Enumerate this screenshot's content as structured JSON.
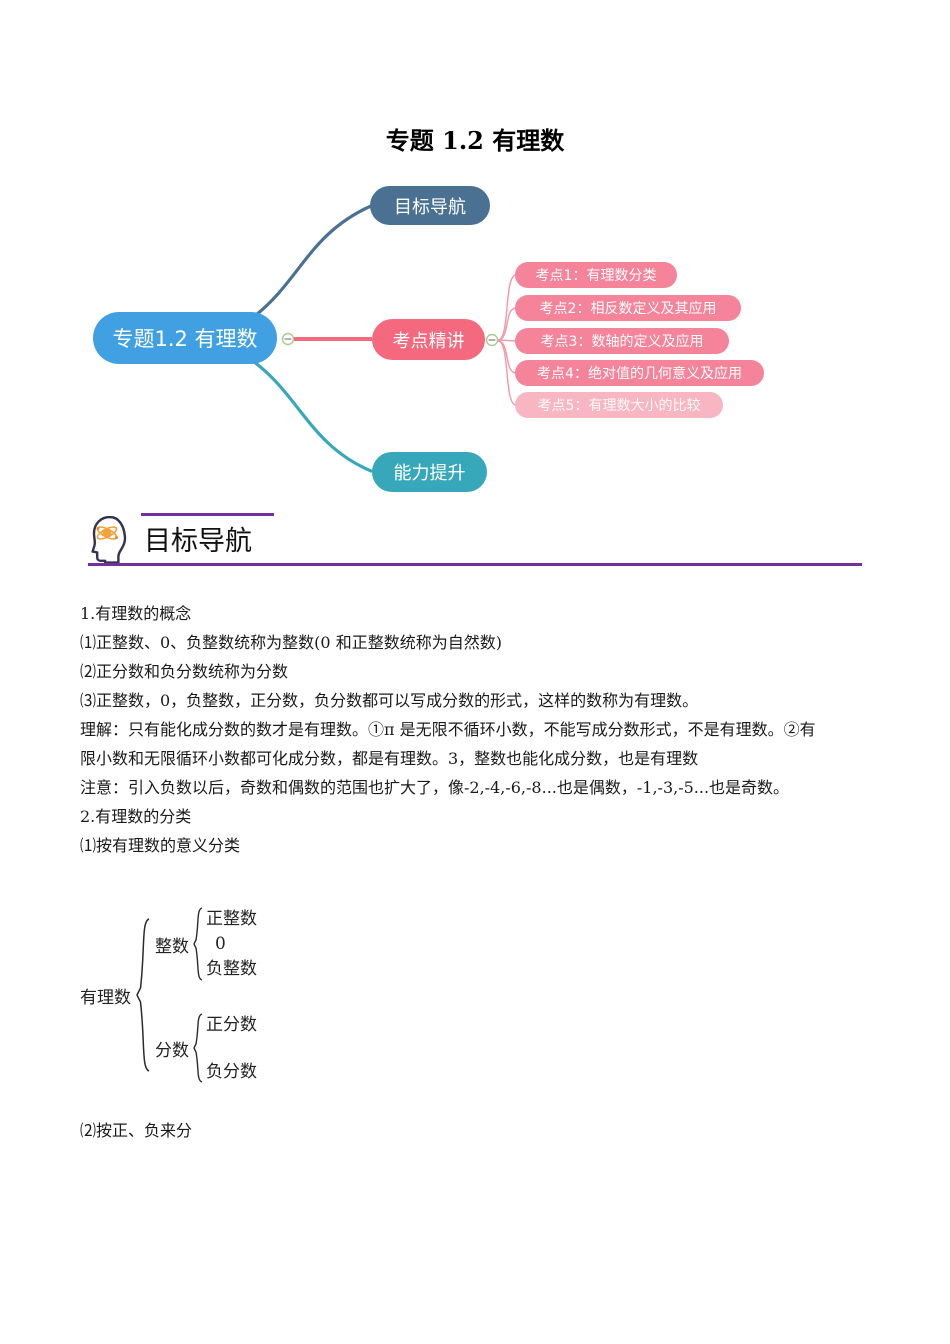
{
  "page_title": "专题 1.2 有理数",
  "mindmap": {
    "root": {
      "label": "专题1.2 有理数",
      "color": "#41A0E1"
    },
    "branch_goal": {
      "label": "目标导航",
      "color": "#4A7192"
    },
    "branch_keypoints": {
      "label": "考点精讲",
      "color": "#F4697E"
    },
    "branch_ability": {
      "label": "能力提升",
      "color": "#37A7BA"
    },
    "keypoints": [
      {
        "label": "考点1：有理数分类",
        "color": "#F5839A"
      },
      {
        "label": "考点2：相反数定义及其应用",
        "color": "#F5839A"
      },
      {
        "label": "考点3：数轴的定义及应用",
        "color": "#F5839A"
      },
      {
        "label": "考点4：绝对值的几何意义及应用",
        "color": "#F5839A"
      },
      {
        "label": "考点5：有理数大小的比较",
        "color": "#F8B6C3"
      }
    ],
    "keypoint_line_color": "#F298AA",
    "toggle_border_color": "#A4CE8C",
    "toggle_glyph_color": "#8a8a8a"
  },
  "section_header": {
    "title": "目标导航",
    "icon": "brain-head-icon",
    "accent_color": "#7030A0"
  },
  "content": {
    "lines": [
      "1.有理数的概念",
      "⑴正整数、0、负整数统称为整数(0 和正整数统称为自然数)",
      "⑵正分数和负分数统称为分数",
      "⑶正整数，0，负整数，正分数，负分数都可以写成分数的形式，这样的数称为有理数。",
      "理解：只有能化成分数的数才是有理数。①π 是无限不循环小数，不能写成分数形式，不是有理数。②有",
      "限小数和无限循环小数都可化成分数，都是有理数。3，整数也能化成分数，也是有理数",
      "注意：引入负数以后，奇数和偶数的范围也扩大了，像-2,-4,-6,-8...也是偶数，-1,-3,-5...也是奇数。",
      "2.有理数的分类",
      "⑴按有理数的意义分类"
    ]
  },
  "tree": {
    "root": "有理数",
    "groups": [
      {
        "label": "整数",
        "items": [
          "正整数",
          "0",
          "负整数"
        ]
      },
      {
        "label": "分数",
        "items": [
          "正分数",
          "负分数"
        ]
      }
    ]
  },
  "closing_line": "⑵按正、负来分"
}
